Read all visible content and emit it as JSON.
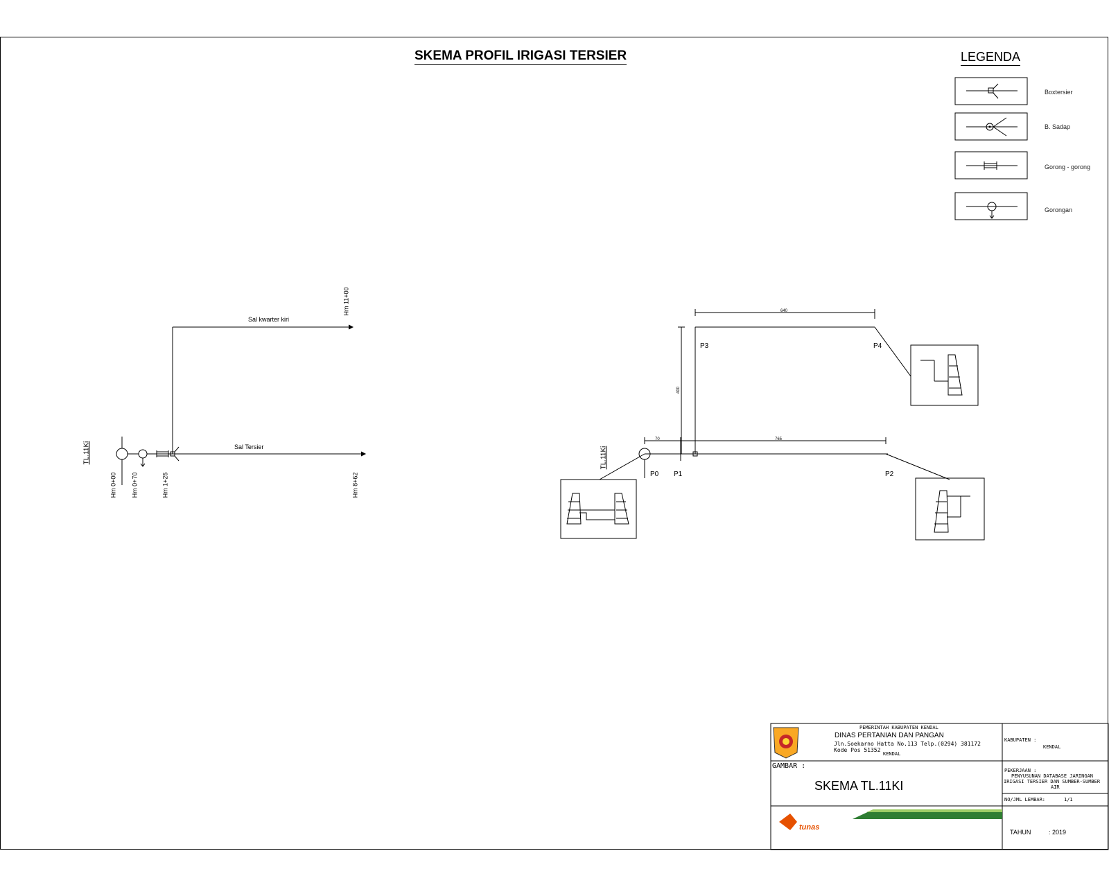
{
  "title": "SKEMA PROFIL IRIGASI TERSIER",
  "legend": {
    "title": "LEGENDA",
    "items": [
      {
        "label": "Boxtersier",
        "icon": "box-tersier-icon"
      },
      {
        "label": "B. Sadap",
        "icon": "b-sadap-icon"
      },
      {
        "label": "Gorong - gorong",
        "icon": "culvert-icon"
      },
      {
        "label": "Gorongan",
        "icon": "gorongan-icon"
      }
    ]
  },
  "schema_left": {
    "channel_id": "TL.11Ki",
    "tersier_label": "Sal Tersier",
    "kuarter_label": "Sal kwarter kiri",
    "stations": [
      "Hm 0+00",
      "Hm 0+70",
      "Hm 1+25",
      "Hm 8+62",
      "Hm 11+00"
    ]
  },
  "schema_right": {
    "channel_id": "TL.11Ki",
    "points": [
      "P0",
      "P1",
      "P2",
      "P3",
      "P4"
    ],
    "dimensions": [
      "70",
      "765",
      "640",
      "400"
    ]
  },
  "title_block": {
    "gov": "PEMERINTAH KABUPATEN KENDAL",
    "dept": "DINAS PERTANIAN DAN PANGAN",
    "address": "Jln.Soekarno Hatta No.113 Telp.(0294) 381172",
    "postal": "Kode Pos 51352",
    "city": "KENDAL",
    "gambar_label": "GAMBAR :",
    "gambar_value": "SKEMA  TL.11KI",
    "kabupaten_label": "KABUPATEN :",
    "kabupaten_value": "KENDAL",
    "pekerjaan_label": "PEKERJAAN :",
    "pekerjaan_value_1": "PENYUSUNAN DATABASE JARINGAN",
    "pekerjaan_value_2": "IRIGASI TERSIER DAN SUMBER-SUMBER",
    "pekerjaan_value_3": "AIR",
    "lembar_label": "NO/JML LEMBAR:",
    "lembar_value": "1/1",
    "tahun_label": "TAHUN",
    "tahun_value": ": 2019",
    "company": "tunas"
  }
}
